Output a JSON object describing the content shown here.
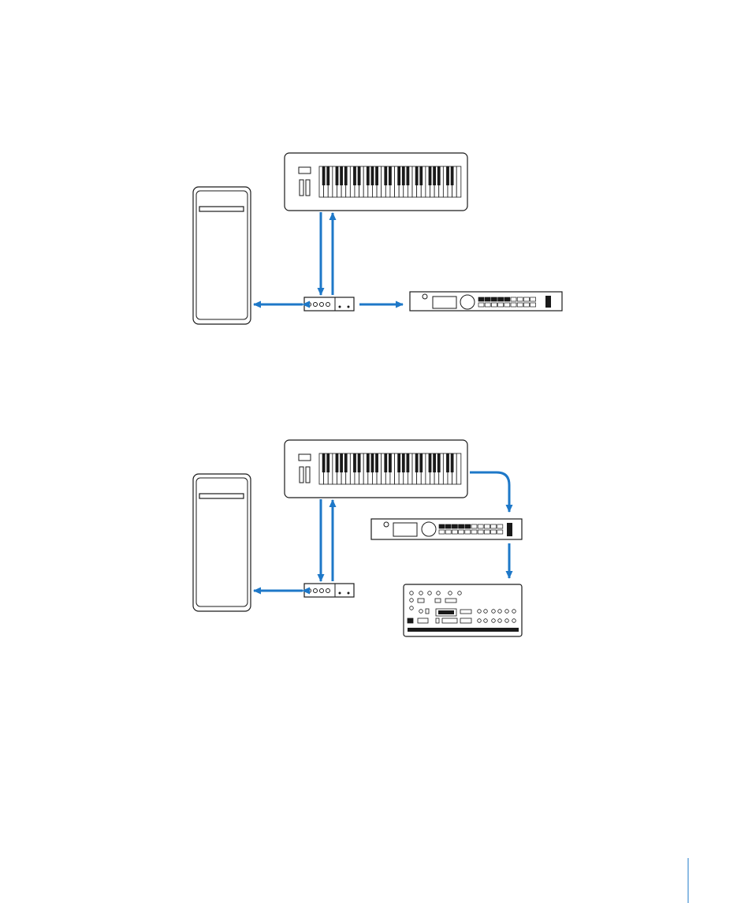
{
  "colors": {
    "cable": "#1e78c8",
    "device_outline": "#1a1a1a",
    "margin_rule": "#1e78c8"
  },
  "diagrams": [
    {
      "devices": [
        "computer-tower-icon",
        "midi-keyboard-icon",
        "midi-interface-icon",
        "synth-module-icon"
      ],
      "connections": [
        {
          "from": "midi-interface",
          "to": "computer",
          "direction": "bidirectional"
        },
        {
          "from": "midi-interface",
          "to": "midi-keyboard",
          "direction": "to"
        },
        {
          "from": "midi-keyboard",
          "to": "midi-interface",
          "direction": "to"
        },
        {
          "from": "midi-interface",
          "to": "synth-module",
          "direction": "to"
        }
      ]
    },
    {
      "devices": [
        "computer-tower-icon",
        "midi-keyboard-icon",
        "midi-interface-icon",
        "synth-module-icon",
        "drum-machine-icon"
      ],
      "connections": [
        {
          "from": "midi-interface",
          "to": "computer",
          "direction": "bidirectional"
        },
        {
          "from": "midi-interface",
          "to": "midi-keyboard",
          "direction": "to"
        },
        {
          "from": "midi-keyboard",
          "to": "midi-interface",
          "direction": "to"
        },
        {
          "from": "midi-keyboard",
          "to": "synth-module",
          "direction": "to"
        },
        {
          "from": "synth-module",
          "to": "drum-machine",
          "direction": "to"
        }
      ]
    }
  ]
}
